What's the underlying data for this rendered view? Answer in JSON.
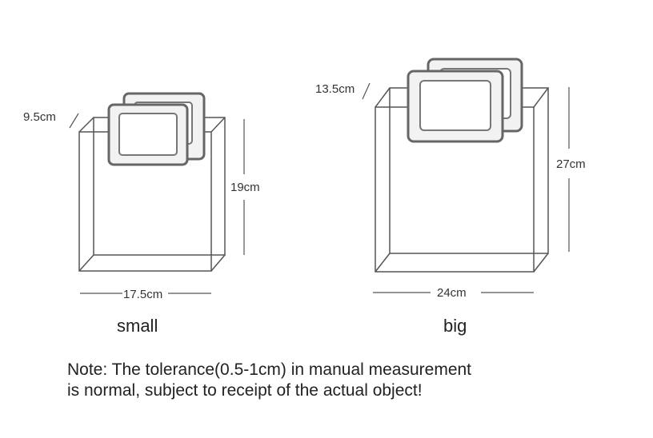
{
  "bags": [
    {
      "name": "small",
      "dimensions": {
        "depth": "9.5cm",
        "height": "19cm",
        "width": "17.5cm"
      }
    },
    {
      "name": "big",
      "dimensions": {
        "depth": "13.5cm",
        "height": "27cm",
        "width": "24cm"
      }
    }
  ],
  "note": {
    "line1": "Note: The tolerance(0.5-1cm) in manual measurement",
    "line2": "is normal, subject to receipt of the actual object!"
  },
  "colors": {
    "stroke": "#555555",
    "handle_fill": "#f2f2f2",
    "text": "#222222"
  }
}
